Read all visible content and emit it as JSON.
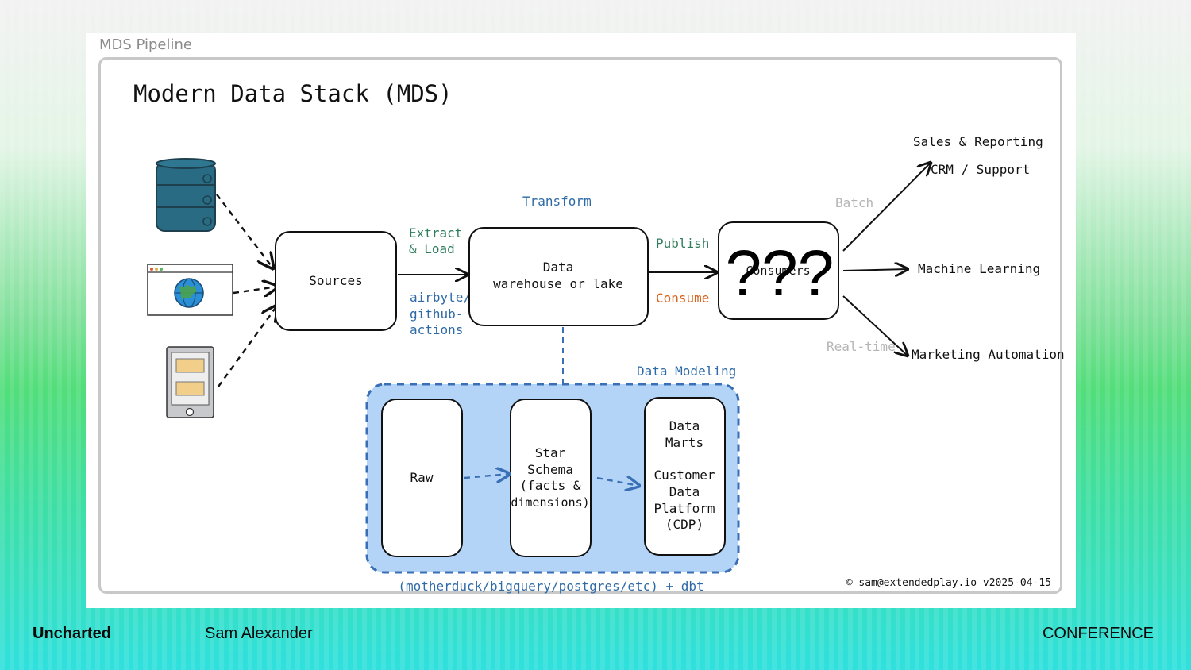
{
  "slide": {
    "title": "MDS Pipeline"
  },
  "diagram": {
    "heading": "Modern Data Stack (MDS)",
    "nodes": {
      "sources": "Sources",
      "warehouse_line1": "Data",
      "warehouse_line2": "warehouse or lake",
      "consumers": "Consumers",
      "consumers_overlay": "???",
      "raw": "Raw",
      "star": [
        "Star",
        "Schema",
        "(facts &",
        "dimensions)"
      ],
      "marts": [
        "Data",
        "Marts",
        "",
        "Customer",
        "Data",
        "Platform",
        "(CDP)"
      ]
    },
    "labels": {
      "transform": "Transform",
      "extract_load_1": "Extract",
      "extract_load_2": "& Load",
      "tools_1": "airbyte/",
      "tools_2": "github-",
      "tools_3": "actions",
      "publish": "Publish",
      "consume": "Consume",
      "batch": "Batch",
      "realtime": "Real-time",
      "data_modeling": "Data Modeling",
      "modeling_tools": "(motherduck/bigquery/postgres/etc) + dbt",
      "copyright": "© sam@extendedplay.io v2025-04-15"
    },
    "outputs": {
      "sales": "Sales & Reporting",
      "crm": "CRM / Support",
      "ml": "Machine Learning",
      "marketing": "Marketing Automation"
    },
    "icons": [
      "database-icon",
      "browser-globe-icon",
      "tablet-icon"
    ],
    "colors": {
      "blue_label": "#2e6aa6",
      "green_label": "#2e7d5b",
      "orange_label": "#d9631e",
      "grey_label": "#b5b5b5",
      "modeling_fill": "#b3d4f7",
      "modeling_stroke": "#3a6fb5",
      "db_fill": "#2a6b84"
    }
  },
  "footer": {
    "brand": "Uncharted",
    "speaker": "Sam Alexander",
    "event": "CONFERENCE"
  }
}
